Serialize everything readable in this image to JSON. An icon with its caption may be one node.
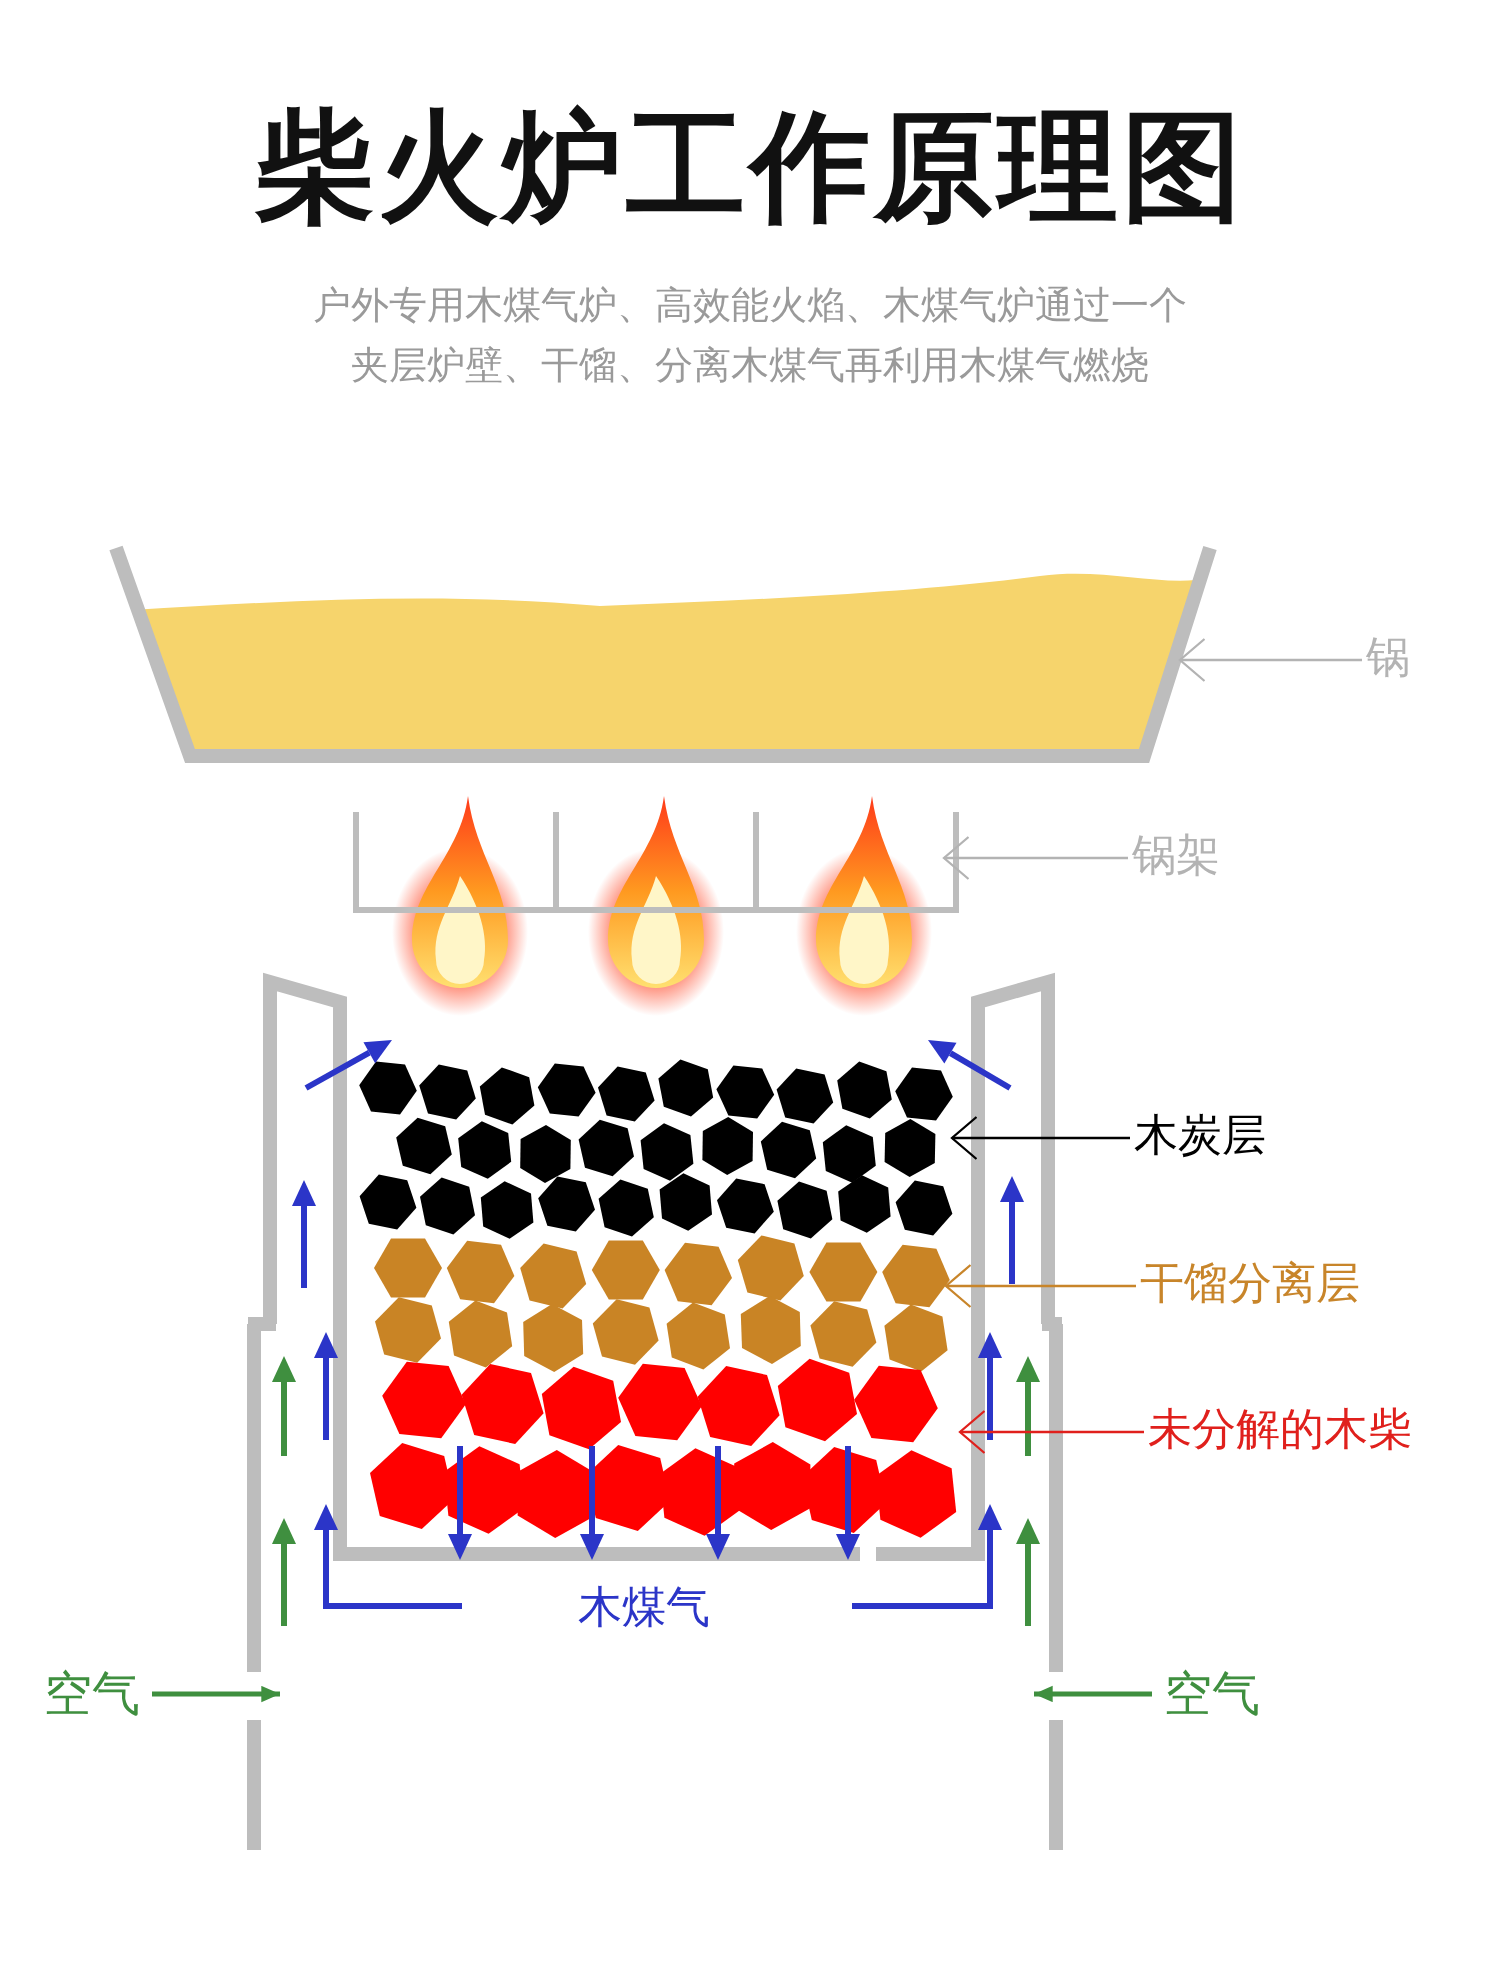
{
  "diagram": {
    "title": "柴火炉工作原理图",
    "nodes": [
      {
        "text": [
          "锅"
        ]
      },
      {
        "text": [],
        "shape": "picture"
      },
      {
        "text": [
          "锅架"
        ]
      },
      {
        "text": [],
        "shape": "picture"
      },
      {
        "text": [
          "木炭层"
        ]
      },
      {
        "text": [],
        "shape": "picture"
      },
      {
        "text": [
          "干馏分离层"
        ]
      },
      {
        "text": [],
        "shape": "picture"
      },
      {
        "text": [
          "未分解的木柴"
        ]
      },
      {
        "text": [],
        "shape": "picture"
      },
      {
        "text": [
          "空气"
        ]
      },
      {
        "text": [
          "空气"
        ]
      }
    ],
    "edges": [
      {
        "from": 0,
        "to": 1,
        "arrow": "to",
        "color": "#b3b3b3"
      },
      {
        "from": 2,
        "to": 3,
        "arrow": "to",
        "color": "#b3b3b3"
      },
      {
        "from": 4,
        "to": 5,
        "arrow": "to",
        "color": "#000000"
      },
      {
        "from": 6,
        "to": 7,
        "arrow": "to",
        "color": "#c8852a"
      },
      {
        "from": 8,
        "to": 9,
        "arrow": "to",
        "color": "#e0201c"
      },
      {
        "from": 10,
        "to": null,
        "arrow": "to",
        "color": "#3f8f3f"
      },
      {
        "from": 11,
        "to": null,
        "arrow": "to",
        "color": "#3f8f3f"
      }
    ],
    "labels": [
      "户外专用木煤气炉、高效能火焰、木煤气炉通过一个夹层炉壁、干馏、分离木煤气再利用木煤气燃烧",
      "木煤气"
    ]
  }
}
